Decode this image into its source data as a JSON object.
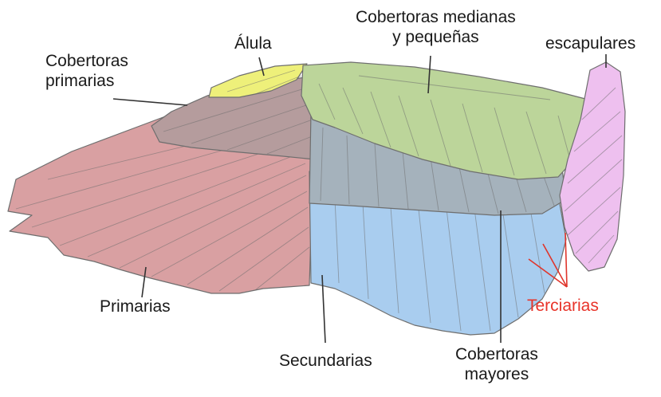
{
  "labels": {
    "alula": "Álula",
    "median_coverts": [
      "Cobertoras medianas",
      "y pequeñas"
    ],
    "scapulars": "escapulares",
    "primary_coverts": [
      "Cobertoras",
      "primarias"
    ],
    "primaries": "Primarias",
    "secondaries": "Secundarias",
    "greater_coverts": [
      "Cobertoras",
      "mayores"
    ],
    "tertials": "Terciarias"
  },
  "colors": {
    "primaries": "#d9a0a2",
    "primary_coverts": "#b59c9d",
    "alula": "#eef07a",
    "median_coverts": "#bcd59a",
    "greater_coverts": "#a5b2bc",
    "secondaries": "#a9cdef",
    "scapulars": "#eec0ef",
    "tertials_label": "#e8342a",
    "outline": "#6e6e6e",
    "leader_line": "#333333",
    "tertials_leader": "#e0352b"
  }
}
